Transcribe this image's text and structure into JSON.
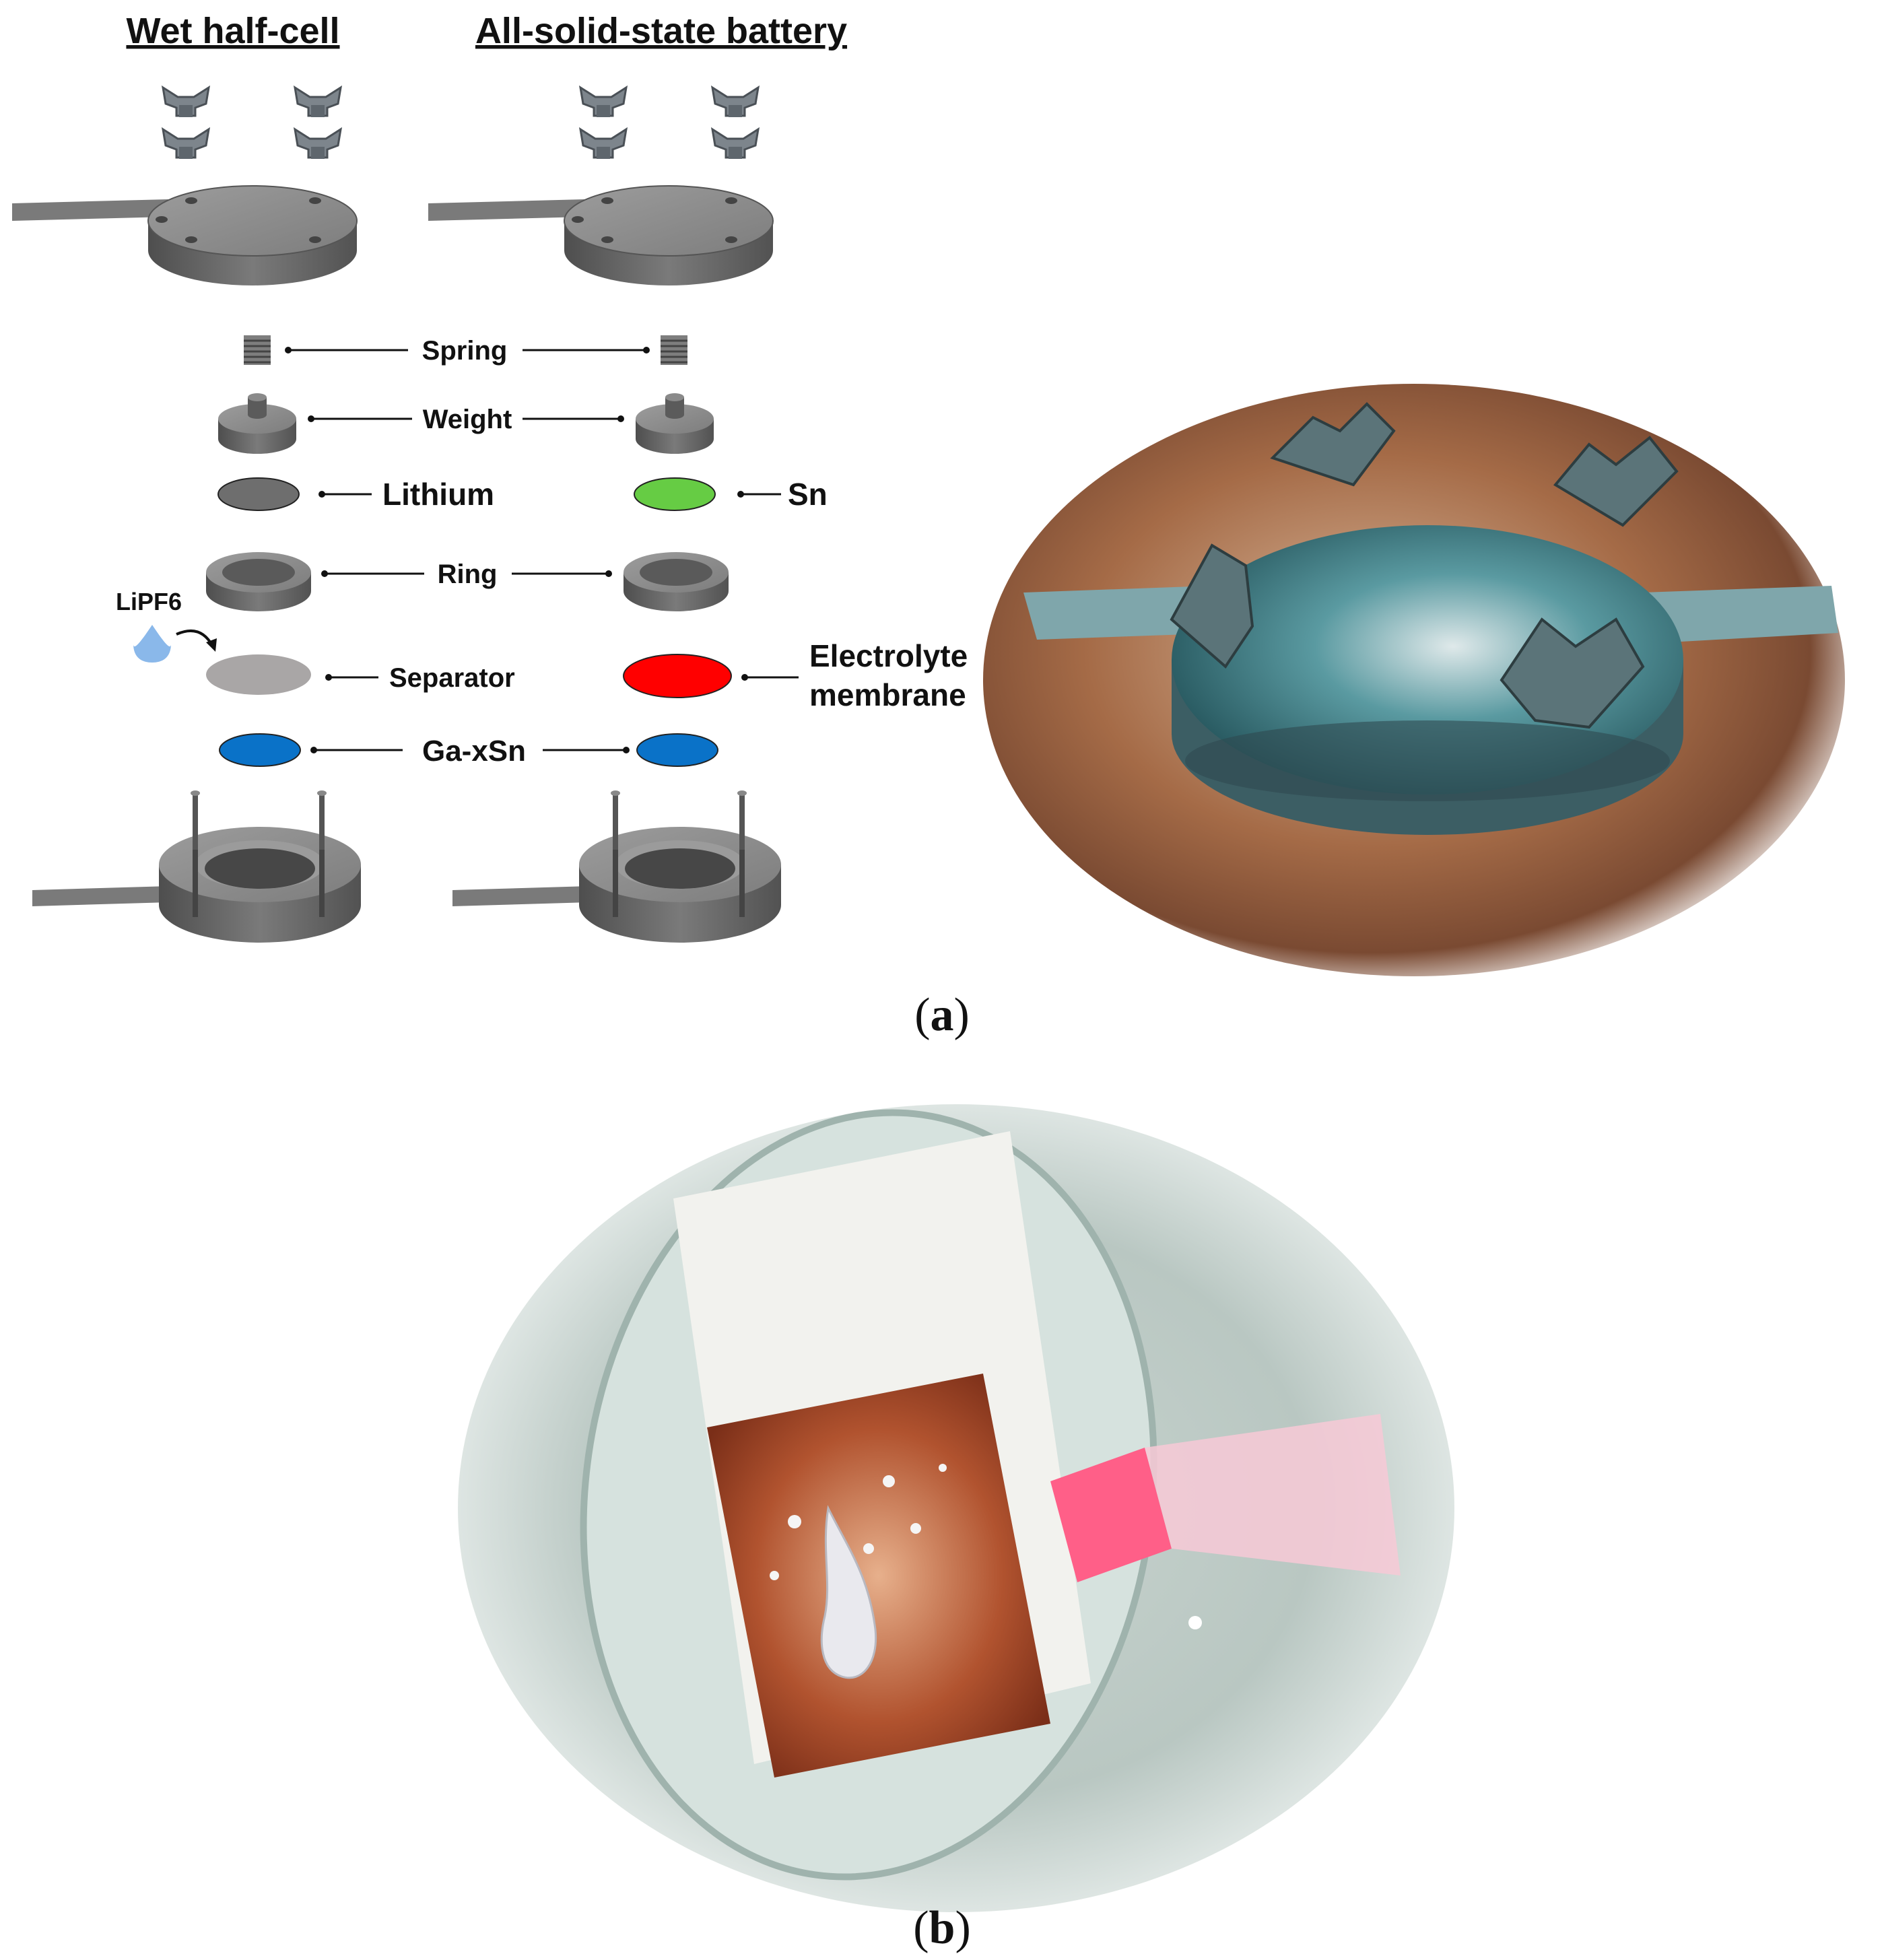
{
  "headers": {
    "left": "Wet half-cell",
    "right": "All-solid-state battery"
  },
  "labels": {
    "spring": "Spring",
    "weight": "Weight",
    "lithium": "Lithium",
    "sn": "Sn",
    "ring": "Ring",
    "lipf6": "LiPF6",
    "separator": "Separator",
    "electrolyte_line1": "Electrolyte",
    "electrolyte_line2": "membrane",
    "gaxsn": "Ga-xSn"
  },
  "captions": {
    "a_open": "(",
    "a_letter": "a",
    "a_close": ")",
    "b_open": "(",
    "b_letter": "b",
    "b_close": ")"
  },
  "colors": {
    "lithium": "#6e6e6e",
    "sn": "#66cc44",
    "separator": "#a9a6a6",
    "electrolyte": "#ff0000",
    "gaxsn": "#0a72c8",
    "gaxsn_text": "#0a72c8",
    "electrolyte_text": "#e8101a",
    "metal": "#6f6f6f",
    "droplet": "#8ab8ea"
  },
  "icons": {
    "wing_nut": "wing-nut-icon",
    "spring": "spring-icon",
    "drop": "electrolyte-drop-icon",
    "arrow": "curved-arrow-icon"
  }
}
